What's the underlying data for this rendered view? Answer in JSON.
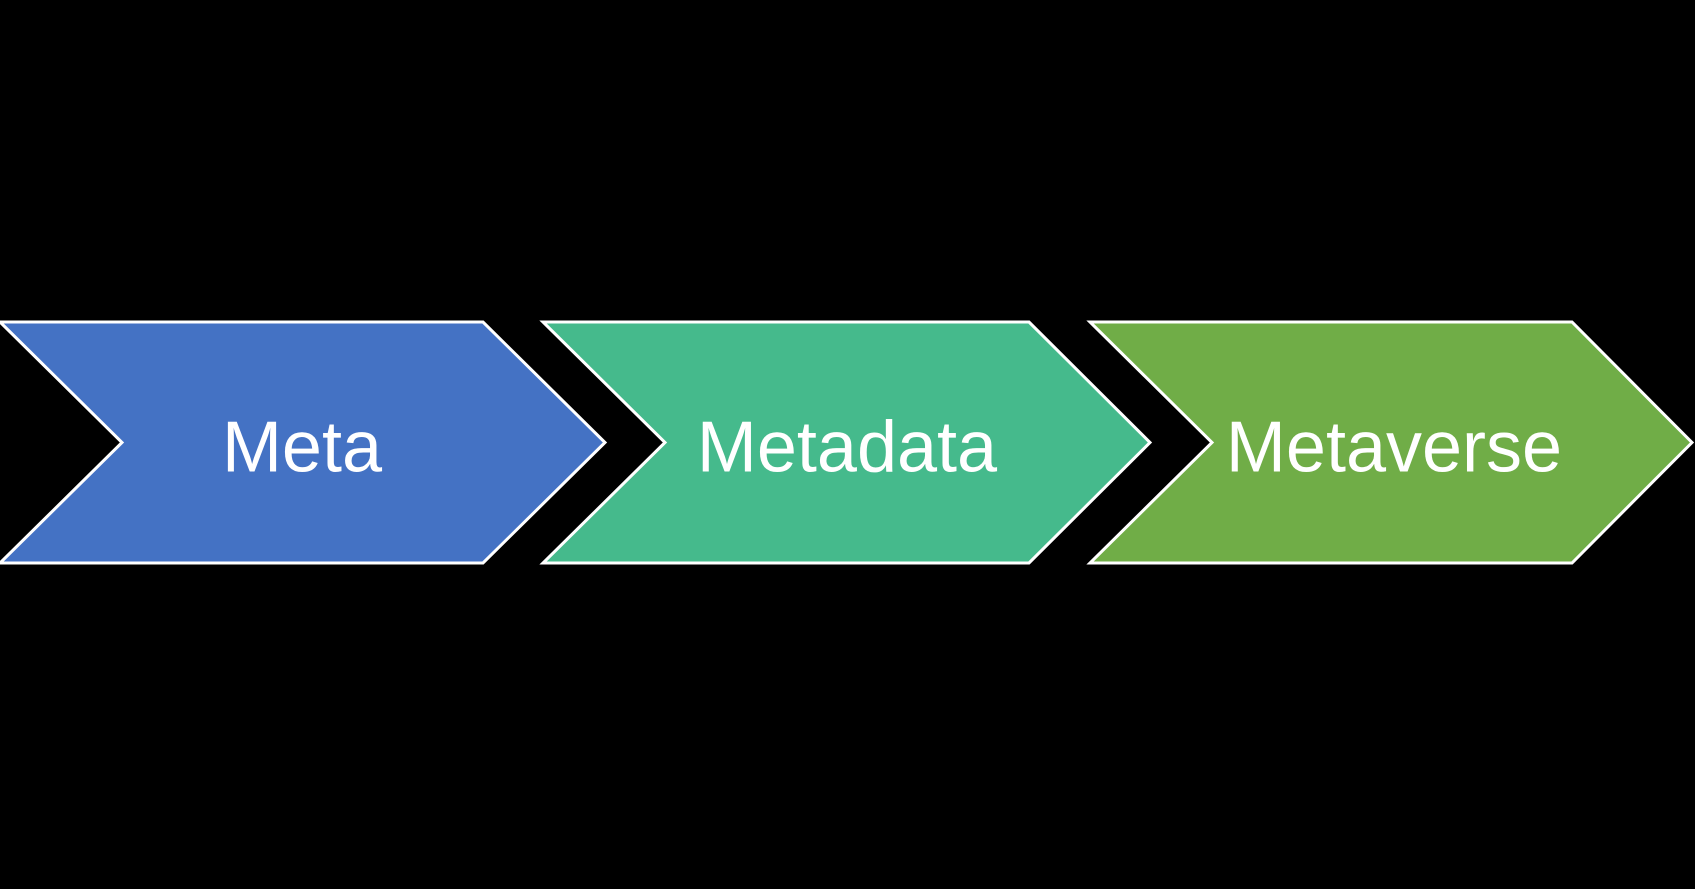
{
  "diagram": {
    "kind": "horizontal-chevron-process",
    "background_color": "#000000",
    "outline_color": "#FFFFFF",
    "label_color": "#FFFFFF",
    "steps": [
      {
        "label": "Meta",
        "color": "#4472C4"
      },
      {
        "label": "Metadata",
        "color": "#45BA8C"
      },
      {
        "label": "Metaverse",
        "color": "#70AD47"
      }
    ]
  }
}
